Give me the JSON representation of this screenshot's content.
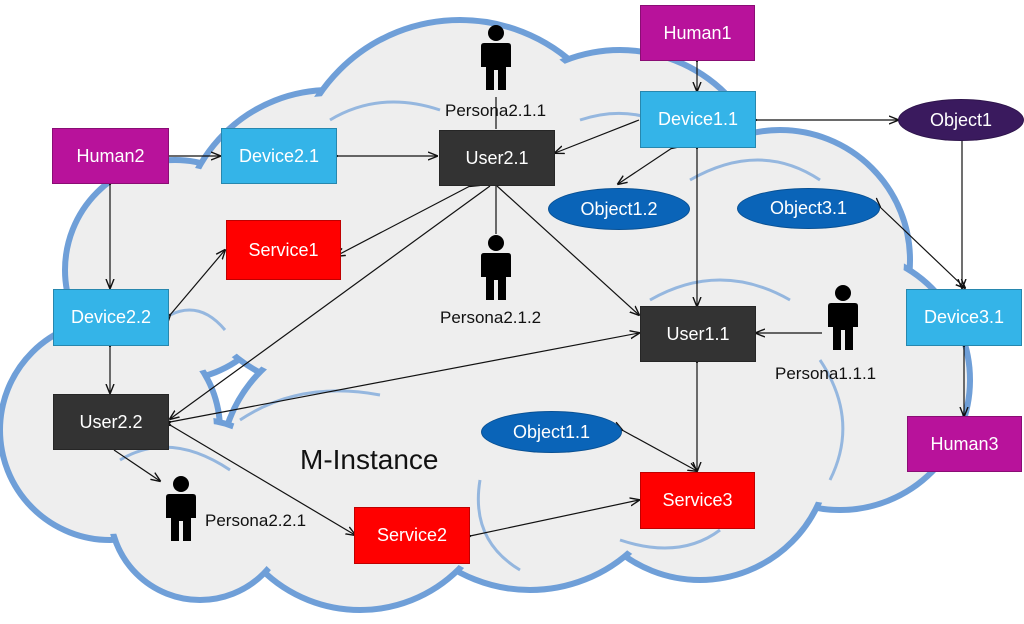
{
  "colors": {
    "human": "#b8129b",
    "device": "#34b4e8",
    "user": "#333333",
    "service": "#ff0000",
    "object": "#0a64b8",
    "object_dark": "#3a1a5e",
    "cloud_fill": "#eeeeee",
    "cloud_stroke": "#6f9fd8"
  },
  "diagram": {
    "title": "M-Instance",
    "nodes": {
      "human1": "Human1",
      "human2": "Human2",
      "human3": "Human3",
      "device1_1": "Device1.1",
      "device2_1": "Device2.1",
      "device2_2": "Device2.2",
      "device3_1": "Device3.1",
      "user1_1": "User1.1",
      "user2_1": "User2.1",
      "user2_2": "User2.2",
      "service1": "Service1",
      "service2": "Service2",
      "service3": "Service3",
      "object1": "Object1",
      "object1_1": "Object1.1",
      "object1_2": "Object1.2",
      "object3_1": "Object3.1"
    },
    "personas": {
      "p2_1_1": "Persona2.1.1",
      "p2_1_2": "Persona2.1.2",
      "p1_1_1": "Persona1.1.1",
      "p2_2_1": "Persona2.2.1"
    }
  }
}
